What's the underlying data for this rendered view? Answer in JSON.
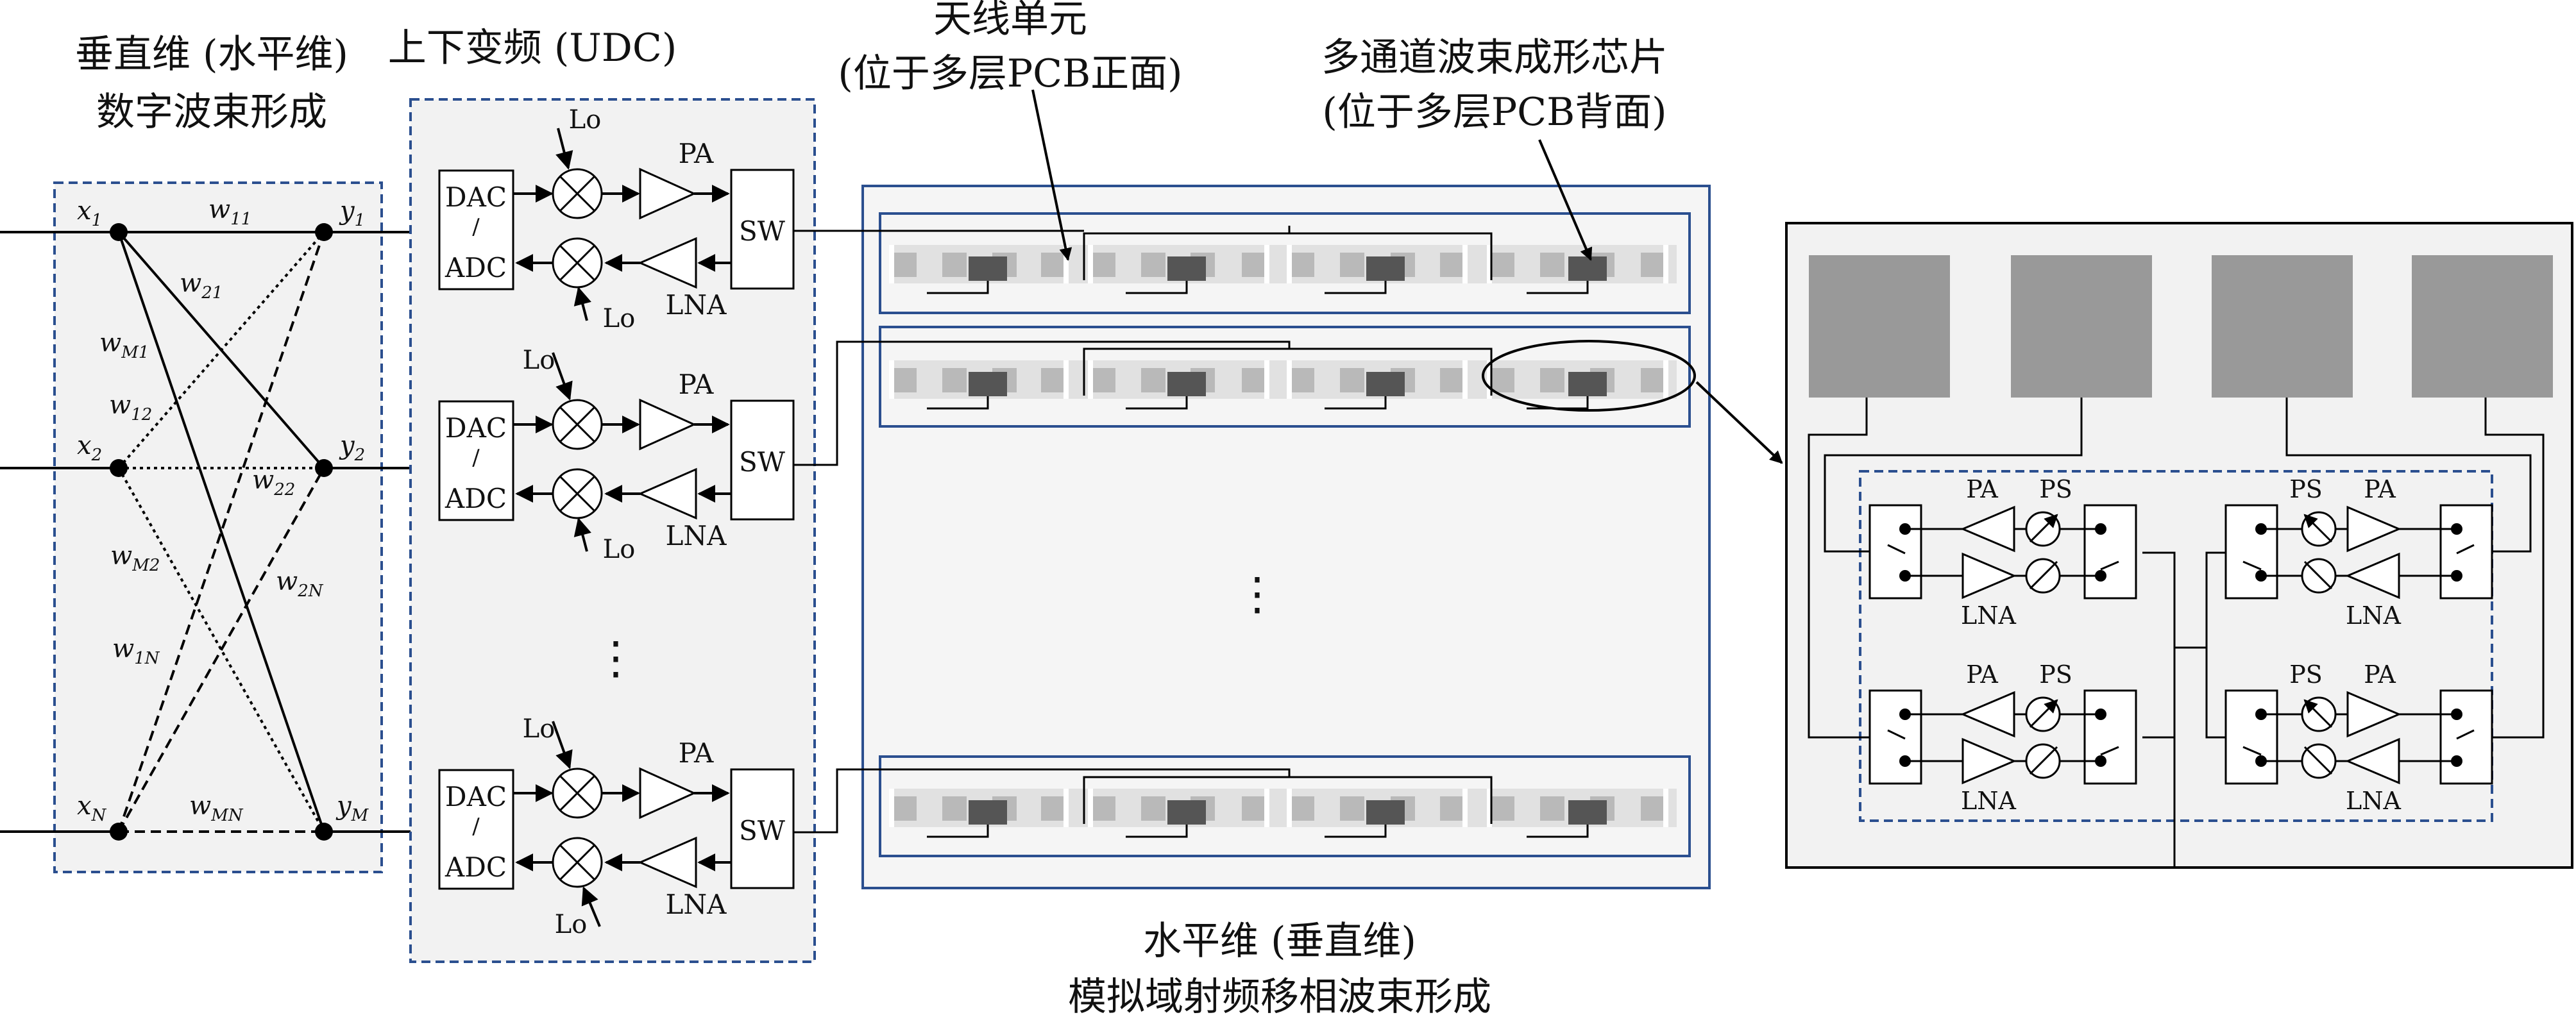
{
  "digital_bf": {
    "title_line1": "垂直维 (水平维)",
    "title_line2": "数字波束形成",
    "x_nodes": [
      {
        "base": "x",
        "sub": "1"
      },
      {
        "base": "x",
        "sub": "2"
      },
      {
        "base": "x",
        "sub": "N"
      }
    ],
    "y_nodes": [
      {
        "base": "y",
        "sub": "1"
      },
      {
        "base": "y",
        "sub": "2"
      },
      {
        "base": "y",
        "sub": "M"
      }
    ],
    "weights": [
      {
        "base": "w",
        "sub": "11"
      },
      {
        "base": "w",
        "sub": "21"
      },
      {
        "base": "w",
        "sub": "M1"
      },
      {
        "base": "w",
        "sub": "12"
      },
      {
        "base": "w",
        "sub": "22"
      },
      {
        "base": "w",
        "sub": "M2"
      },
      {
        "base": "w",
        "sub": "2N"
      },
      {
        "base": "w",
        "sub": "1N"
      },
      {
        "base": "w",
        "sub": "MN"
      }
    ],
    "ellipsis": "⋮"
  },
  "udc": {
    "title": "上下变频 (UDC)",
    "dac": "DAC",
    "slash": "/",
    "adc": "ADC",
    "lo": "Lo",
    "pa": "PA",
    "lna": "LNA",
    "sw": "SW",
    "ellipsis": "⋮"
  },
  "antenna": {
    "unit_label_line1": "天线单元",
    "unit_label_line2": "(位于多层PCB正面)",
    "chip_label_line1": "多通道波束成形芯片",
    "chip_label_line2": "(位于多层PCB背面)",
    "ellipsis": "⋮",
    "bottom_line1": "水平维 (垂直维)",
    "bottom_line2": "模拟域射频移相波束形成"
  },
  "chip": {
    "pa": "PA",
    "ps": "PS",
    "lna": "LNA"
  },
  "colors": {
    "dashed_border": "#2b4f8f",
    "panel_fill": "#f2f2f2",
    "antenna_light": "#e1e1e1",
    "antenna_patch": "#b9b9b9",
    "chip_dark": "#555555",
    "big_patch": "#999999"
  }
}
